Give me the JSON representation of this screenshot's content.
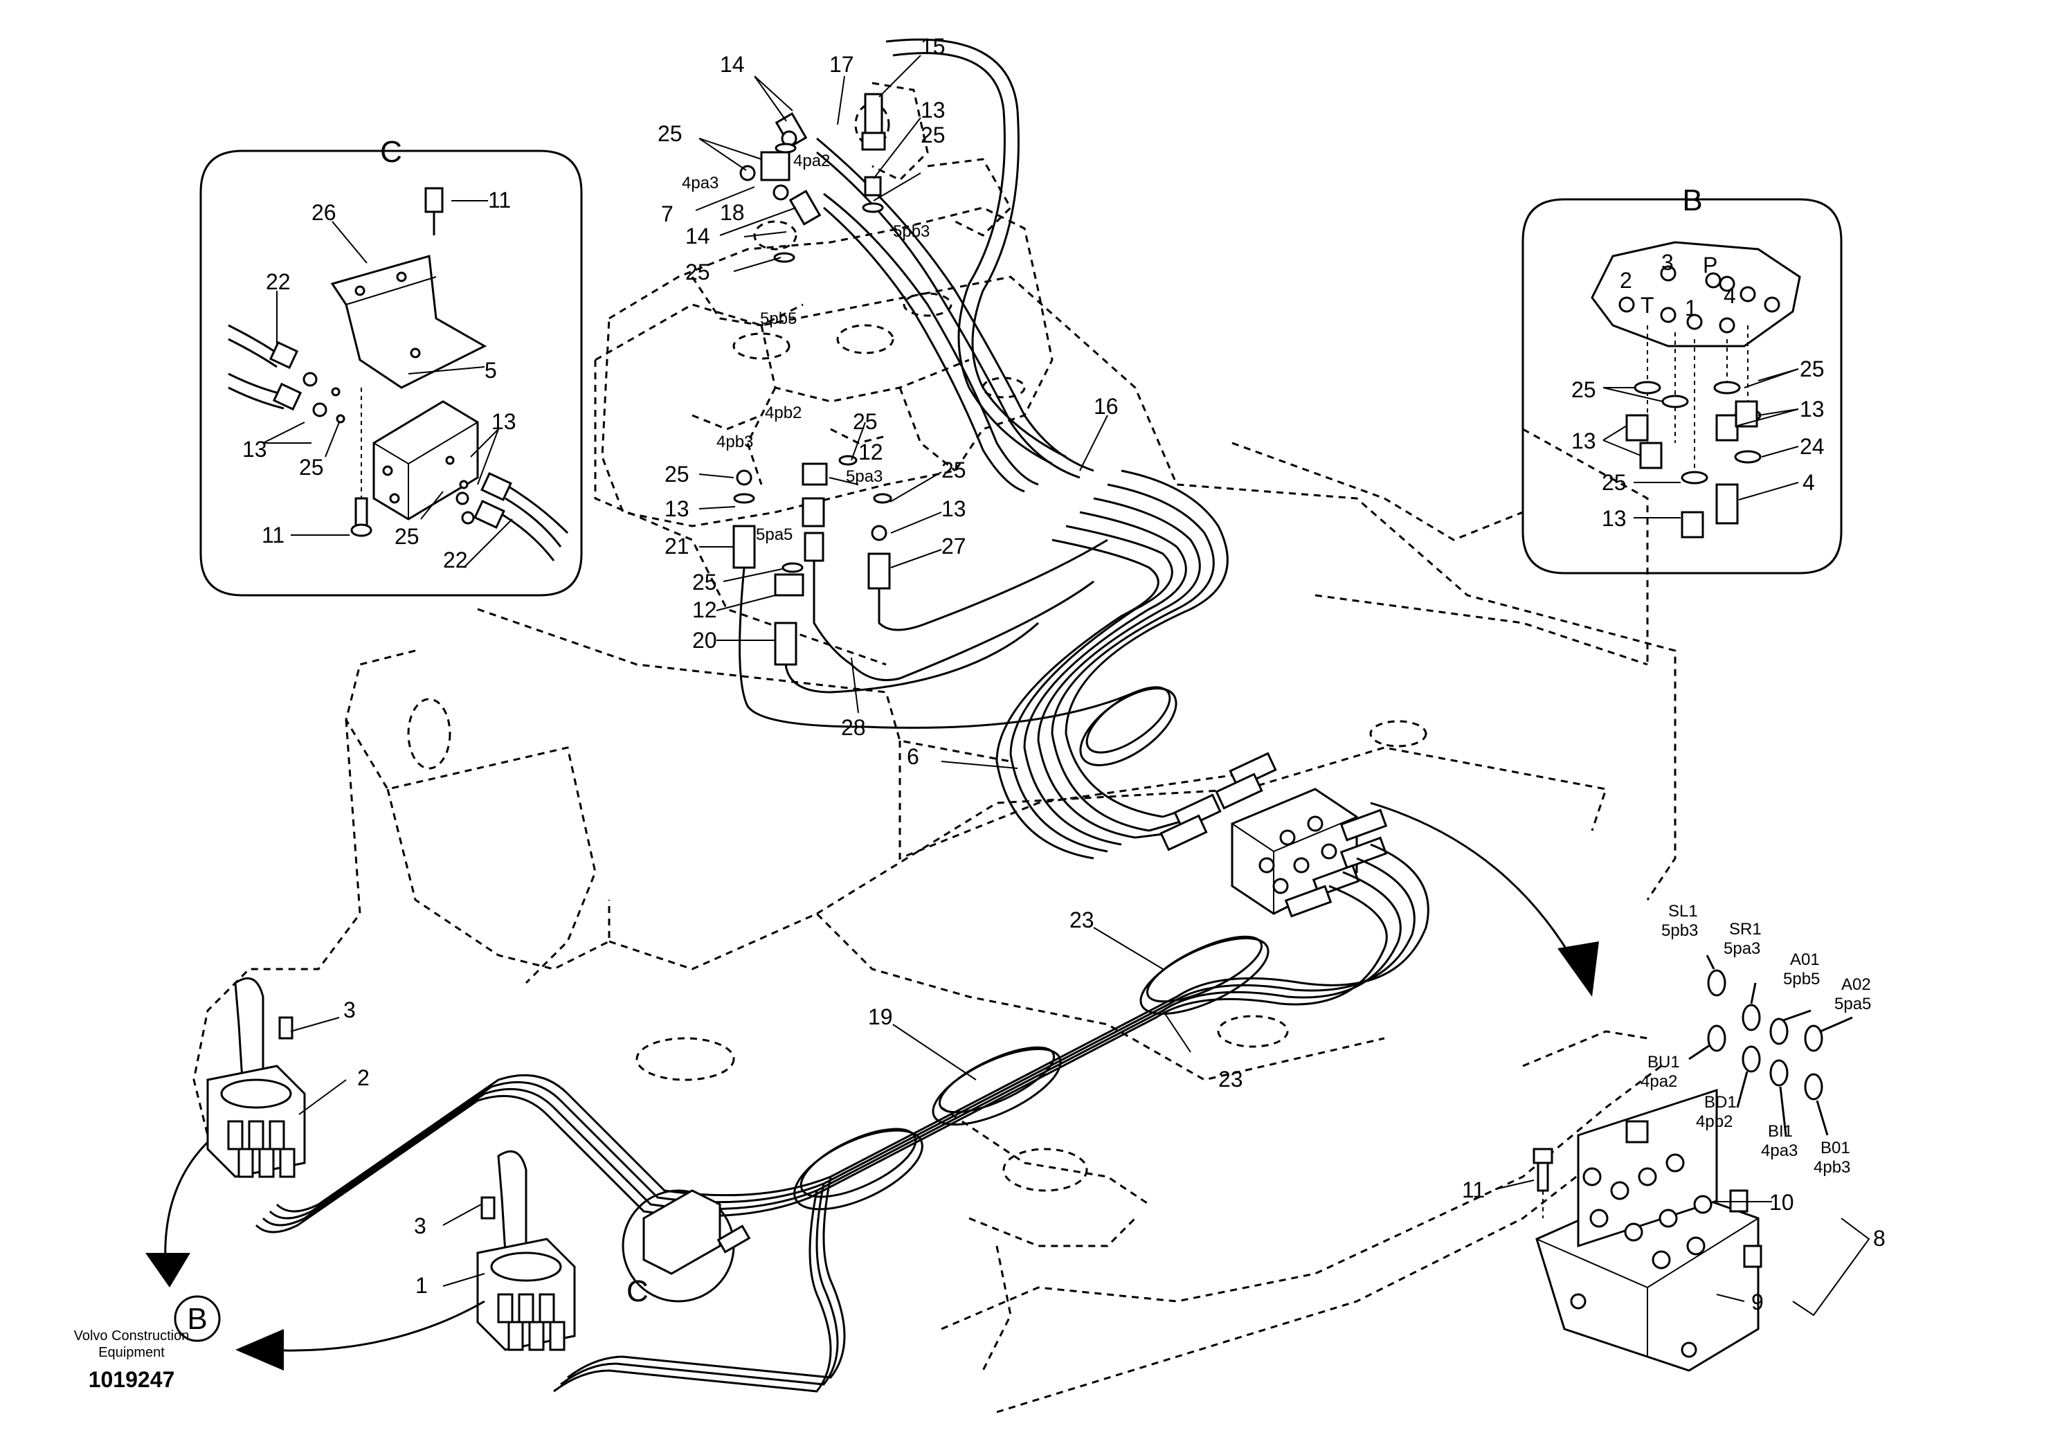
{
  "callouts": {
    "c1": "1",
    "c2": "2",
    "c3a": "3",
    "c3b": "3",
    "c4": "4",
    "c5": "5",
    "c6": "6",
    "c7": "7",
    "c8": "8",
    "c9": "9",
    "c10": "10",
    "c11a": "11",
    "c11b": "11",
    "c11c": "11",
    "c12a": "12",
    "c12b": "12",
    "c13a": "13",
    "c13b": "13",
    "c13c": "13",
    "c13d": "13",
    "c13e": "13",
    "c13f": "13",
    "c13g": "13",
    "c13h": "13",
    "c14a": "14",
    "c14b": "14",
    "c15": "15",
    "c16": "16",
    "c17": "17",
    "c18": "18",
    "c19": "19",
    "c20": "20",
    "c21": "21",
    "c22a": "22",
    "c22b": "22",
    "c23a": "23",
    "c23b": "23",
    "c24": "24",
    "c25a": "25",
    "c25b": "25",
    "c25c": "25",
    "c25d": "25",
    "c25e": "25",
    "c25f": "25",
    "c25g": "25",
    "c25h": "25",
    "c25i": "25",
    "c25j": "25",
    "c25k": "25",
    "c26": "26",
    "c27": "27",
    "c28": "28"
  },
  "ports": {
    "p4pa3": "4pa3",
    "p4pa2": "4pa2",
    "p5pb3": "5pb3",
    "p5pb5": "5pb5",
    "p4pb2": "4pb2",
    "p4pb3": "4pb3",
    "p5pa3": "5pa3",
    "p5pa5": "5pa5"
  },
  "detail_views": {
    "view_b_label": "B",
    "view_c_label": "C",
    "pilot_ports": {
      "p": "P",
      "t": "T",
      "n1": "1",
      "n2": "2",
      "n3": "3",
      "n4": "4"
    }
  },
  "view_markers": {
    "b_circle": "B",
    "c_circle": "C"
  },
  "connection_table": [
    {
      "code": "SL1",
      "port": "5pb3"
    },
    {
      "code": "SR1",
      "port": "5pa3"
    },
    {
      "code": "A01",
      "port": "5pb5"
    },
    {
      "code": "A02",
      "port": "5pa5"
    },
    {
      "code": "BU1",
      "port": "4pa2"
    },
    {
      "code": "BD1",
      "port": "4pb2"
    },
    {
      "code": "BI1",
      "port": "4pa3"
    },
    {
      "code": "B01",
      "port": "4pb3"
    }
  ],
  "footer": {
    "brand_line1": "Volvo Construction",
    "brand_line2": "Equipment",
    "drawing_number": "1019247"
  }
}
